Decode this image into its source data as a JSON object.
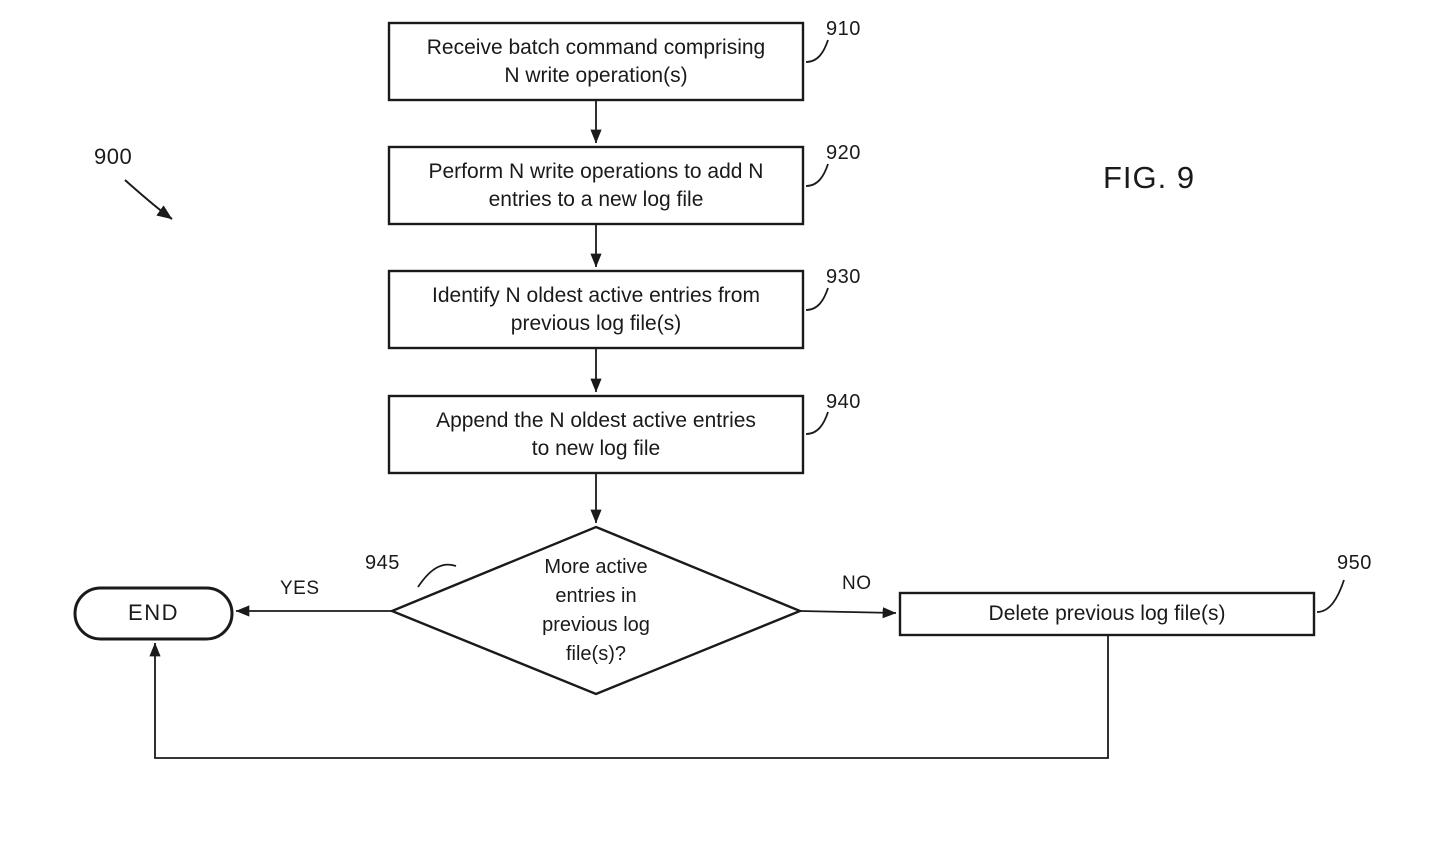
{
  "figure": {
    "title": "FIG. 9",
    "diagram_ref": "900"
  },
  "nodes": [
    {
      "id": "step-910",
      "type": "process",
      "ref": "910",
      "text": "Receive batch command comprising\nN write operation(s)"
    },
    {
      "id": "step-920",
      "type": "process",
      "ref": "920",
      "text": "Perform N write operations to add N\nentries to a new log file"
    },
    {
      "id": "step-930",
      "type": "process",
      "ref": "930",
      "text": "Identify N oldest active entries from\nprevious log file(s)"
    },
    {
      "id": "step-940",
      "type": "process",
      "ref": "940",
      "text": "Append the N oldest active entries\nto new log file"
    },
    {
      "id": "decision-945",
      "type": "decision",
      "ref": "945",
      "text": "More active\nentries in\nprevious log\nfile(s)?"
    },
    {
      "id": "step-950",
      "type": "process",
      "ref": "950",
      "text": "Delete previous log file(s)"
    },
    {
      "id": "terminal-end",
      "type": "terminal",
      "ref": "",
      "text": "END"
    }
  ],
  "edge_labels": {
    "yes": "YES",
    "no": "NO"
  },
  "style": {
    "stroke": "#1a1a1a",
    "background": "#ffffff"
  }
}
